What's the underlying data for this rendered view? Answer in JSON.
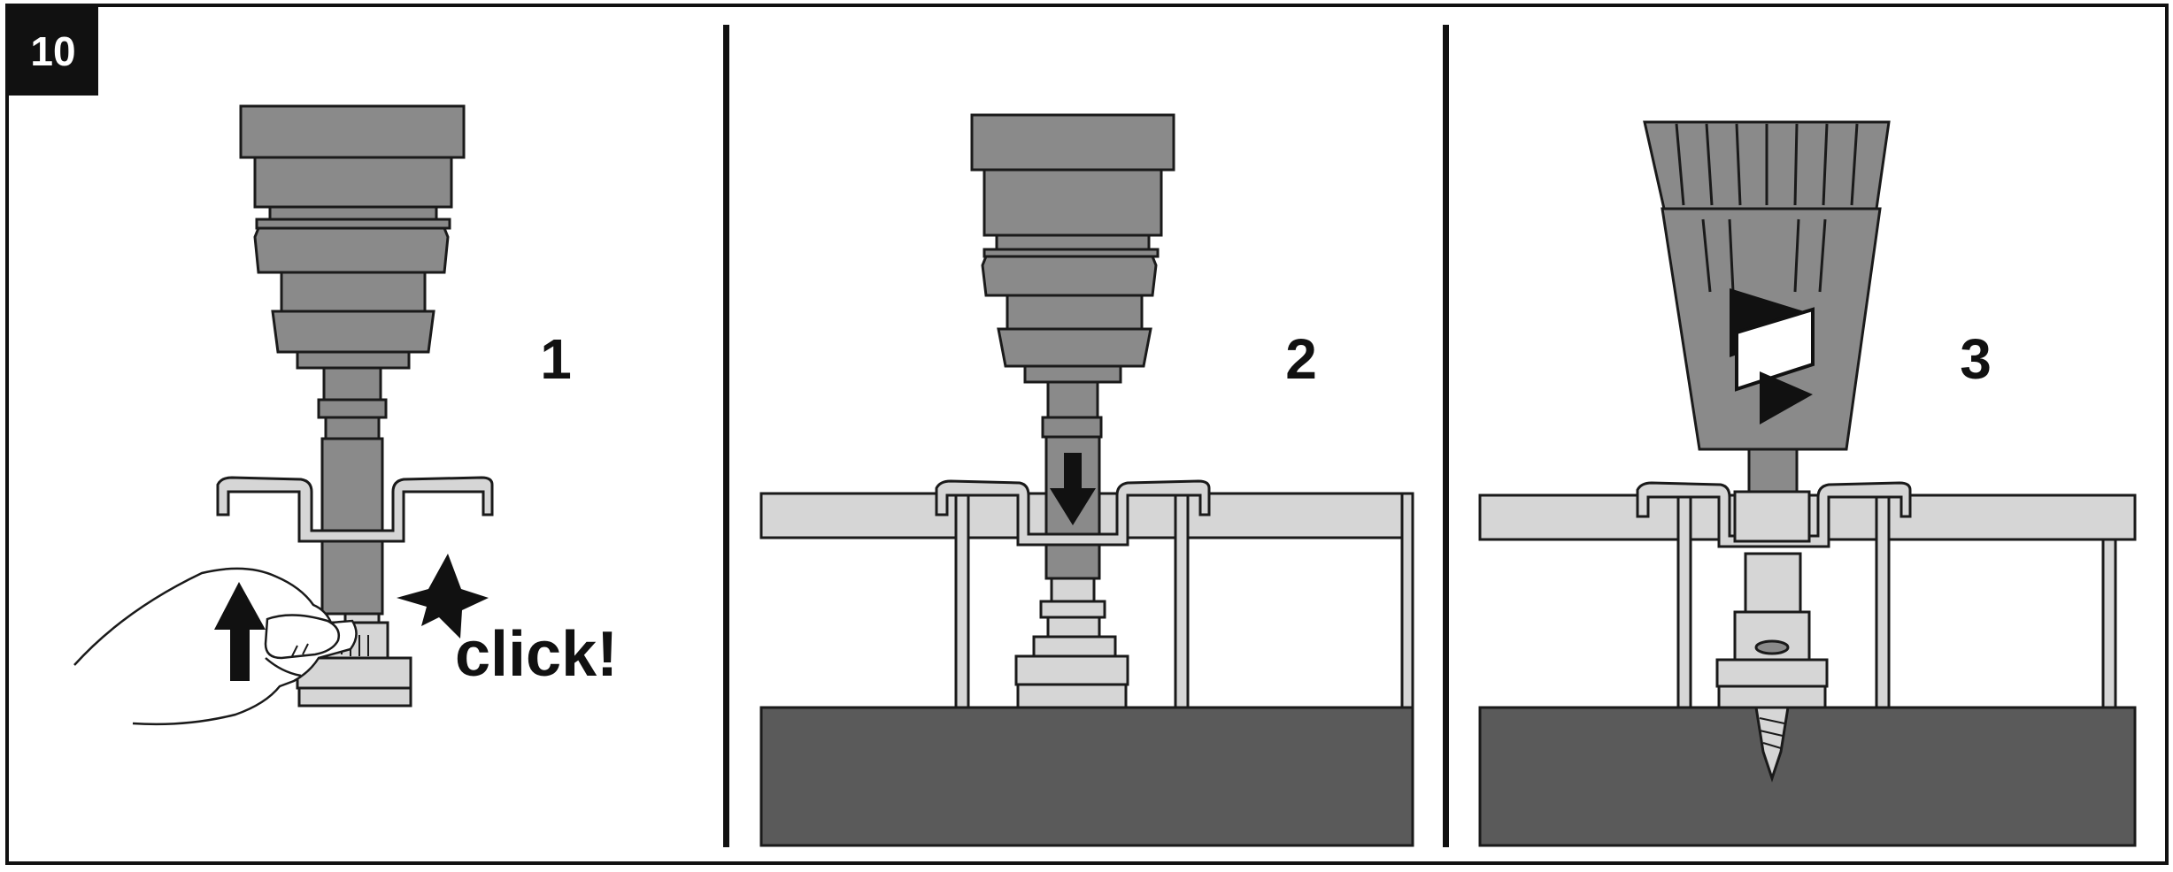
{
  "figure": {
    "badge_number": "10",
    "click_label": "click!",
    "steps": [
      {
        "number": "1"
      },
      {
        "number": "2"
      },
      {
        "number": "3"
      }
    ]
  },
  "colors": {
    "tool_gray": "#8a8a8a",
    "light_gray": "#d6d6d6",
    "ground_dark": "#5a5a5a",
    "outline": "#1a1a1a"
  },
  "icons": [
    "hand-icon",
    "arrow-up-icon",
    "arrow-down-icon",
    "star-burst-icon",
    "rotation-arrow-icon"
  ]
}
